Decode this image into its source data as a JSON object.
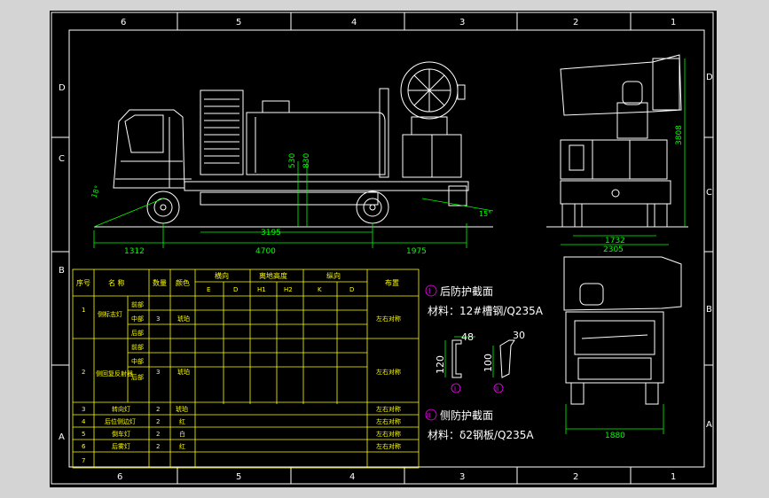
{
  "colors": {
    "window_bg": "#d4d4d4",
    "canvas_bg": "#000000",
    "frame": "#ffffff",
    "dimension": "#00ff00",
    "table_text": "#ffff00",
    "highlight": "#ff00ff"
  },
  "frame": {
    "top_zones": [
      "6",
      "5",
      "4",
      "3",
      "2",
      "1"
    ],
    "bottom_zones": [
      "6",
      "5",
      "4",
      "3",
      "2",
      "1"
    ],
    "left_zones": [
      "D",
      "C",
      "B",
      "A"
    ],
    "right_zones": [
      "D",
      "C",
      "B",
      "A"
    ]
  },
  "side_view": {
    "dims": {
      "front_overhang": "1312",
      "wheelbase": "4700",
      "rear_overhang": "1975",
      "inner": "3195",
      "h1": "530",
      "h2": "830",
      "angle_front": "18°",
      "angle_rear": "15°"
    }
  },
  "rear_view": {
    "dims": {
      "height": "3808",
      "track": "1732",
      "width": "2305"
    }
  },
  "front_view": {
    "dims": {
      "width": "1880"
    }
  },
  "table": {
    "headers": {
      "no": "序号",
      "name": "名  称",
      "qty": "数量",
      "color": "颜色",
      "lateral": "横向",
      "height": "离地高度",
      "longitudinal": "纵向",
      "layout": "布置"
    },
    "subheaders": [
      "E",
      "D",
      "H1",
      "H2",
      "K",
      "D"
    ],
    "rows": [
      {
        "no": "1",
        "name": "侧标志灯",
        "sub": [
          "前部",
          "中部",
          "后部"
        ],
        "qty": "3",
        "color": "琥珀",
        "layout": "左右对称"
      },
      {
        "no": "2",
        "name": "侧回复反射器",
        "sub": [
          "前部",
          "中部",
          "后部"
        ],
        "qty": "3",
        "color": "琥珀",
        "layout": "左右对称"
      },
      {
        "no": "3",
        "name": "转向灯",
        "qty": "2",
        "color": "琥珀",
        "layout": "左右对称"
      },
      {
        "no": "4",
        "name": "后位侧边灯",
        "qty": "2",
        "color": "红",
        "layout": "左右对称"
      },
      {
        "no": "5",
        "name": "倒车灯",
        "qty": "2",
        "color": "白",
        "layout": "左右对称"
      },
      {
        "no": "6",
        "name": "后雾灯",
        "qty": "2",
        "color": "红",
        "layout": "左右对称"
      },
      {
        "no": "7",
        "name": "",
        "qty": "",
        "color": "",
        "layout": ""
      }
    ]
  },
  "notes": {
    "rear_guard_marker": "I",
    "rear_guard_title": "后防护截面",
    "rear_guard_material": "材料：12#槽钢/Q235A",
    "side_guard_marker": "II",
    "side_guard_title": "侧防护截面",
    "side_guard_material": "材料：δ2钢板/Q235A",
    "section1": {
      "w": "48",
      "h": "120",
      "label": "I"
    },
    "section2": {
      "w": "30",
      "h": "100",
      "label": "II"
    }
  }
}
